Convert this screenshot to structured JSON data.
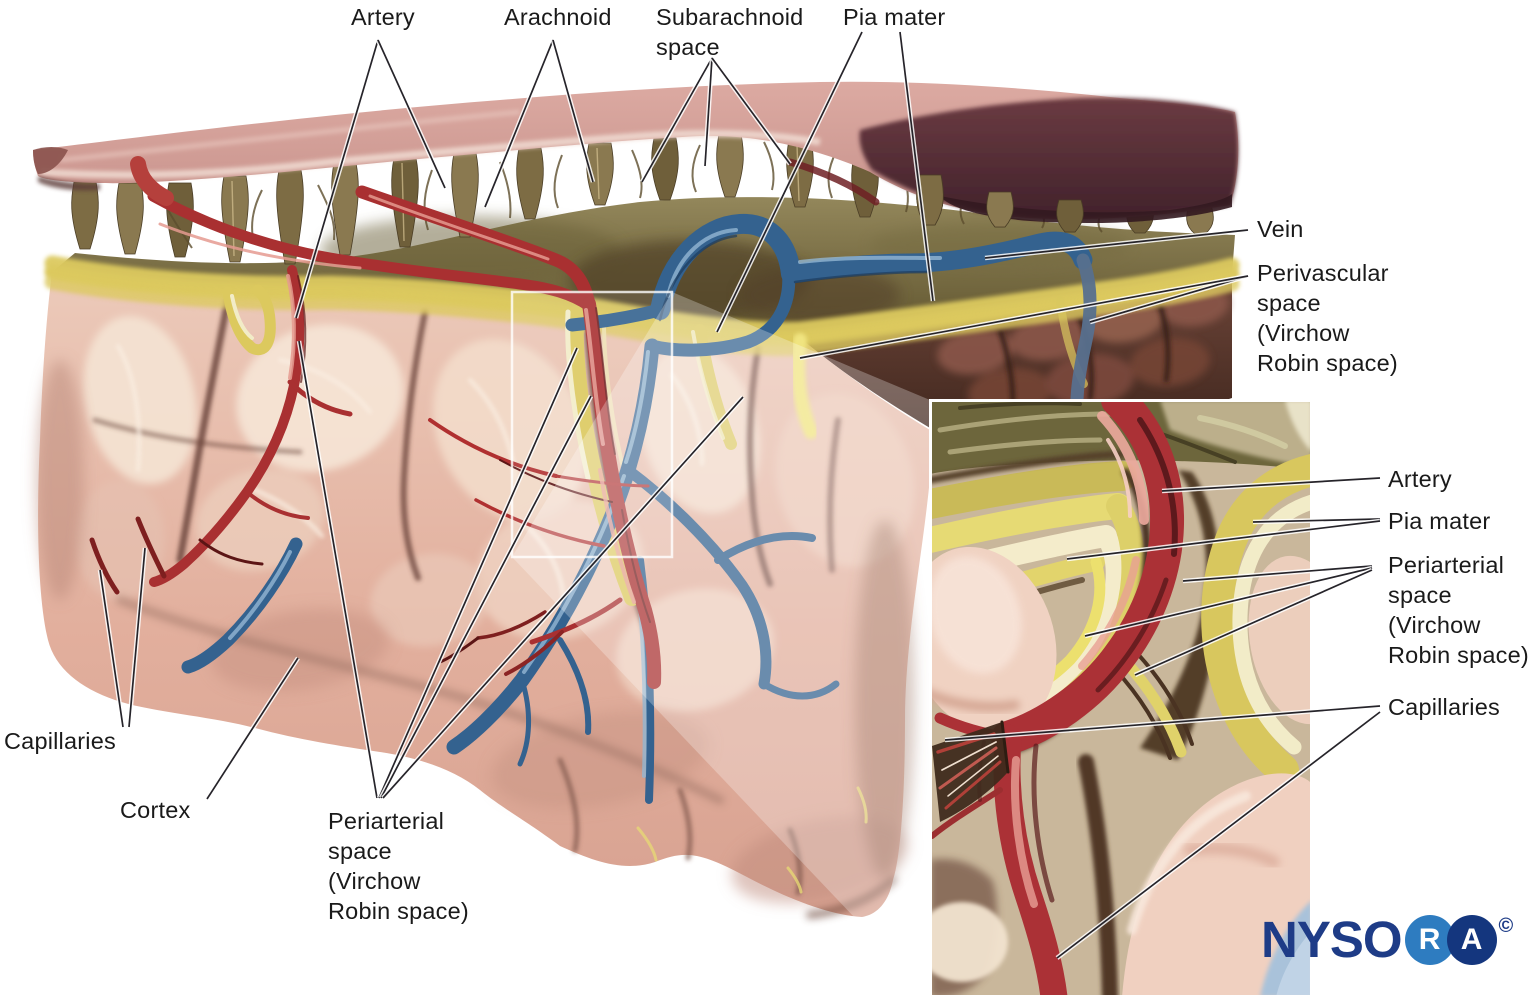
{
  "labels": {
    "artery_top": "Artery",
    "arachnoid": "Arachnoid",
    "subarachnoid_space": "Subarachnoid\nspace",
    "pia_mater": "Pia mater",
    "vein": "Vein",
    "perivascular_space": "Perivascular\nspace\n(Virchow\nRobin space)",
    "inset_artery": "Artery",
    "inset_pia_mater": "Pia mater",
    "inset_periarterial_space": "Periarterial\nspace\n(Virchow\nRobin space)",
    "inset_capillaries": "Capillaries",
    "capillaries": "Capillaries",
    "cortex": "Cortex",
    "periarterial_space": "Periarterial\nspace\n(Virchow\nRobin space)"
  },
  "logo": {
    "part_text": "NYSO",
    "letter_r": "R",
    "letter_a": "A",
    "copyright": "©"
  },
  "palette": {
    "background": "#ffffff",
    "label_text": "#1a1a1a",
    "leader_line": "#26242a",
    "membrane_pink": "#cf9b94",
    "membrane_dark": "#57303a",
    "trabeculae_tan": "#8a7950",
    "subarachnoid_olive": "#6f6238",
    "pia_yellow": "#dcc95e",
    "pia_cream": "#f2ecc8",
    "cortex_pink": "#e9c4b2",
    "cortex_cream": "#f6e7d8",
    "cut_face_brown": "#5f3c2d",
    "artery_red": "#a93031",
    "artery_highlight": "#e59a90",
    "vein_blue": "#34628f",
    "vein_highlight": "#93b7d3",
    "logo_navy": "#1e3c87",
    "logo_light_blue": "#2e7cc0",
    "logo_dark_navy": "#14367e"
  }
}
